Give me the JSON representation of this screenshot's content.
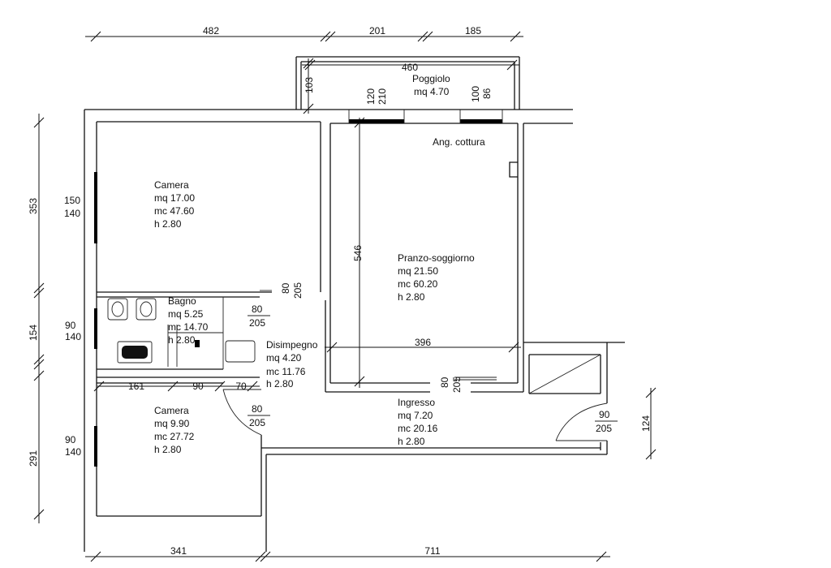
{
  "rooms": {
    "poggiolo": {
      "name": "Poggiolo",
      "l1": "mq 4.70"
    },
    "ang_cottura": {
      "name": "Ang. cottura"
    },
    "camera1": {
      "name": "Camera",
      "l1": "mq 17.00",
      "l2": "mc 47.60",
      "l3": "h 2.80"
    },
    "bagno": {
      "name": "Bagno",
      "l1": "mq 5.25",
      "l2": "mc 14.70",
      "l3": "h 2.80"
    },
    "disimpegno": {
      "name": "Disimpegno",
      "l1": "mq 4.20",
      "l2": "mc 11.76",
      "l3": "h 2.80"
    },
    "camera2": {
      "name": "Camera",
      "l1": "mq 9.90",
      "l2": "mc 27.72",
      "l3": "h 2.80"
    },
    "pranzo": {
      "name": "Pranzo-soggiorno",
      "l1": "mq 21.50",
      "l2": "mc 60.20",
      "l3": "h 2.80"
    },
    "ingresso": {
      "name": "Ingresso",
      "l1": "mq 7.20",
      "l2": "mc 20.16",
      "l3": "h 2.80"
    }
  },
  "dimensions": {
    "top": [
      "482",
      "201",
      "185"
    ],
    "bottom": [
      "341",
      "711"
    ],
    "left": [
      "353",
      "154",
      "291"
    ],
    "poggiolo_width": "460",
    "poggiolo_depth": "103",
    "pranzo_height": "546",
    "pranzo_width": "396",
    "ingresso_right": "124",
    "interior_row": [
      "161",
      "90",
      "70"
    ]
  },
  "openings": {
    "win_camera1": {
      "w": "150",
      "h": "140"
    },
    "win_bagno": {
      "w": "90",
      "h": "140"
    },
    "win_camera2": {
      "w": "90",
      "h": "140"
    },
    "door_bagno": {
      "w": "80",
      "h": "205"
    },
    "door_camera1": {
      "w": "80",
      "h": "205"
    },
    "door_camera2": {
      "w": "80",
      "h": "205"
    },
    "door_pranzo": {
      "w": "80",
      "h": "205"
    },
    "door_entry": {
      "w": "90",
      "h": "205"
    },
    "balcony_door1": {
      "w": "120",
      "h": "210"
    },
    "balcony_door2": {
      "w": "100",
      "h": "86"
    }
  }
}
